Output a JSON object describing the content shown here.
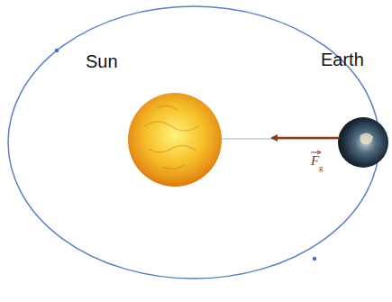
{
  "diagram": {
    "labels": [
      "Sun",
      "Earth",
      "F",
      "g"
    ]
  }
}
